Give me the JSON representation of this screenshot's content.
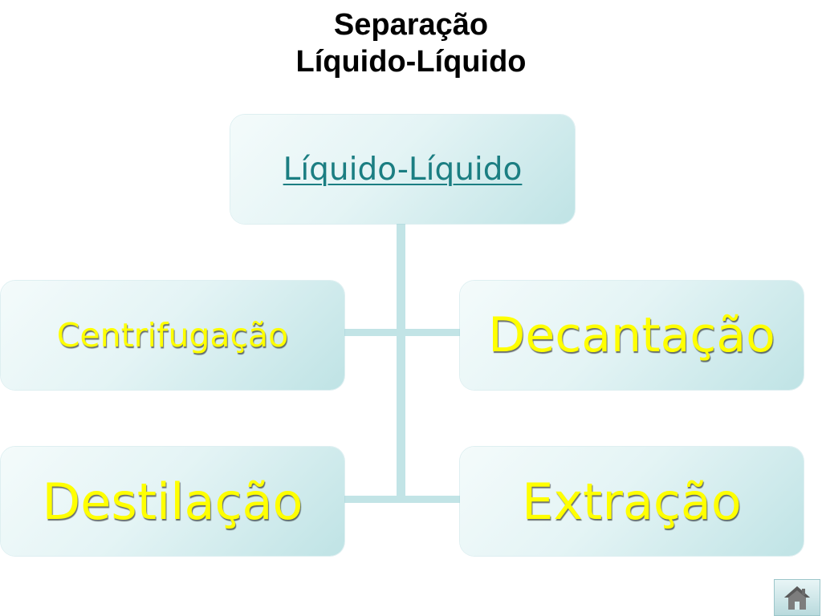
{
  "slide": {
    "title_line1": "Separação",
    "title_line2": "Líquido-Líquido"
  },
  "diagram": {
    "root_label": "Líquido-Líquido",
    "nodes": [
      {
        "id": "centrifugacao",
        "label": "Centrifugação"
      },
      {
        "id": "decantacao",
        "label": "Decantação"
      },
      {
        "id": "destilacao",
        "label": "Destilação"
      },
      {
        "id": "extracao",
        "label": "Extração"
      }
    ],
    "colors": {
      "node_text": "#ffff00",
      "root_link_text": "#1b7e82",
      "box_fill": "#e4f4f5",
      "connector": "#c2e4e6"
    }
  },
  "navigation": {
    "home_icon": "home-icon"
  }
}
